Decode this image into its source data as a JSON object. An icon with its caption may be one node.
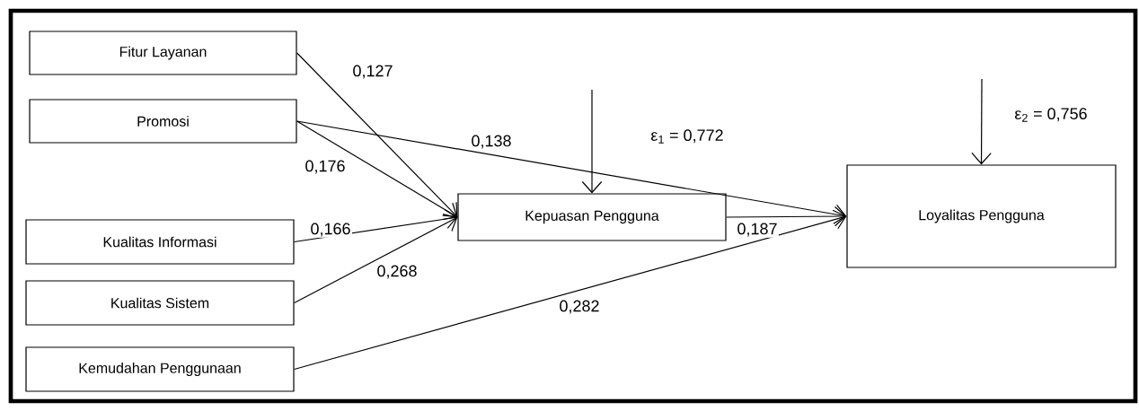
{
  "diagram": {
    "nodes": [
      {
        "text": [
          "Fitur Layanan"
        ]
      },
      {
        "text": [
          "Promosi"
        ]
      },
      {
        "text": [
          "Kualitas Informasi"
        ]
      },
      {
        "text": [
          "Kualitas Sistem"
        ]
      },
      {
        "text": [
          "Kemudahan Penggunaan"
        ]
      },
      {
        "text": [
          "Kepuasan Pengguna"
        ]
      },
      {
        "text": [
          "Loyalitas Pengguna"
        ]
      }
    ],
    "edges": [
      {
        "from": 0,
        "to": 5,
        "arrow": "to",
        "label": "0,127"
      },
      {
        "from": 1,
        "to": 6,
        "arrow": "to",
        "label": "0,138"
      },
      {
        "from": 1,
        "to": 5,
        "arrow": "to",
        "label": "0,176"
      },
      {
        "from": 2,
        "to": 5,
        "arrow": "to",
        "label": "0,166"
      },
      {
        "from": 3,
        "to": 5,
        "arrow": "to",
        "label": "0,268"
      },
      {
        "from": 5,
        "to": 6,
        "arrow": "to",
        "label": "0,187"
      },
      {
        "from": 4,
        "to": 6,
        "arrow": "to",
        "label": "0,282"
      },
      {
        "from": null,
        "to": 5,
        "arrow": "to",
        "label": "ε$_{1}$ = 0,772"
      },
      {
        "from": null,
        "to": 6,
        "arrow": "to",
        "label": "ε$_{2}$ = 0,756"
      }
    ]
  }
}
